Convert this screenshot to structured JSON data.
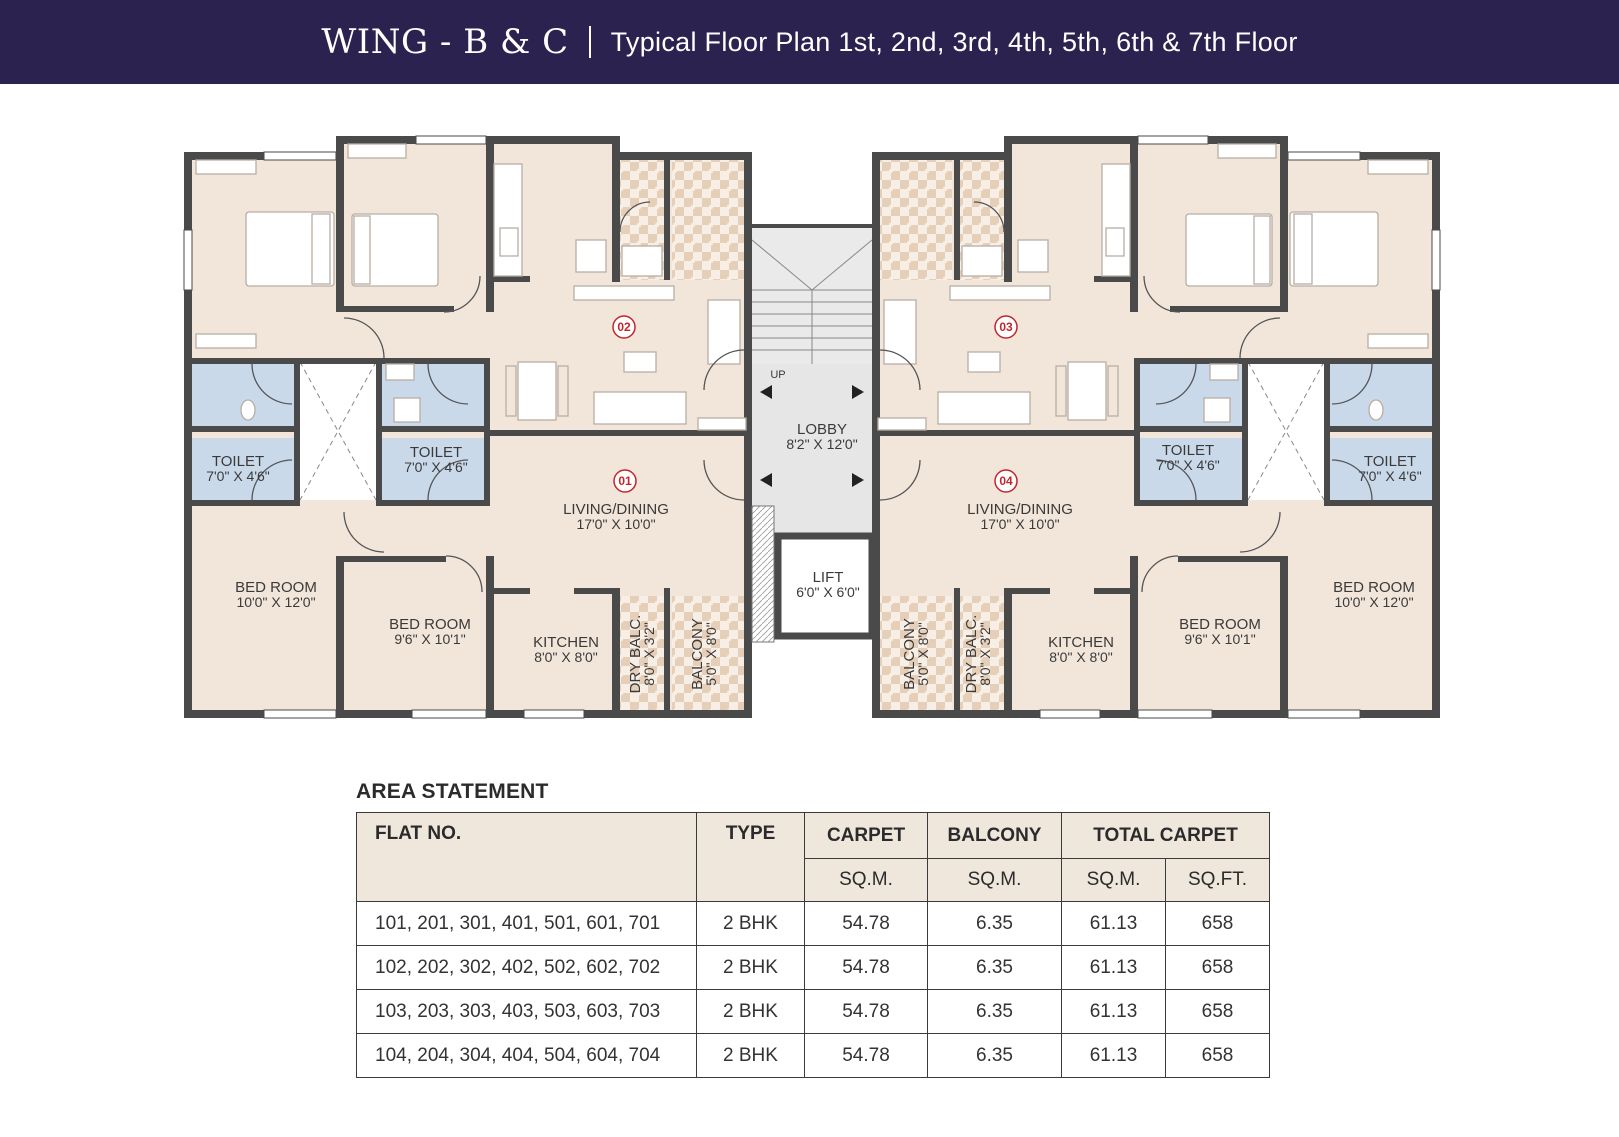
{
  "header": {
    "wing": "WING - B & C",
    "subtitle": "Typical Floor Plan 1st, 2nd, 3rd, 4th, 5th, 6th & 7th Floor"
  },
  "plan": {
    "flats": [
      "01",
      "02",
      "03",
      "04"
    ],
    "rooms": {
      "toilet_1": {
        "name": "TOILET",
        "dim": "7'0\" X 4'6\""
      },
      "toilet_2": {
        "name": "TOILET",
        "dim": "7'0\" X 4'6\""
      },
      "toilet_3": {
        "name": "TOILET",
        "dim": "7'0\" X 4'6\""
      },
      "toilet_4": {
        "name": "TOILET",
        "dim": "7'0\" X 4'6\""
      },
      "living_1": {
        "name": "LIVING/DINING",
        "dim": "17'0\" X 10'0\""
      },
      "living_2": {
        "name": "LIVING/DINING",
        "dim": "17'0\" X 10'0\""
      },
      "bedroom_big_1": {
        "name": "BED ROOM",
        "dim": "10'0\" X 12'0\""
      },
      "bedroom_big_2": {
        "name": "BED ROOM",
        "dim": "10'0\" X 12'0\""
      },
      "bedroom_small_1": {
        "name": "BED ROOM",
        "dim": "9'6\" X 10'1\""
      },
      "bedroom_small_2": {
        "name": "BED ROOM",
        "dim": "9'6\" X 10'1\""
      },
      "kitchen_1": {
        "name": "KITCHEN",
        "dim": "8'0\" X 8'0\""
      },
      "kitchen_2": {
        "name": "KITCHEN",
        "dim": "8'0\" X 8'0\""
      },
      "dry_balc_1": {
        "name": "DRY BALC.",
        "dim": "8'0\" X 3'2\""
      },
      "dry_balc_2": {
        "name": "DRY BALC.",
        "dim": "8'0\" X 3'2\""
      },
      "balcony_1": {
        "name": "BALCONY",
        "dim": "5'0\" X 8'0\""
      },
      "balcony_2": {
        "name": "BALCONY",
        "dim": "5'0\" X 8'0\""
      },
      "lobby": {
        "name": "LOBBY",
        "dim": "8'2\" X 12'0\""
      },
      "lift": {
        "name": "LIFT",
        "dim": "6'0\" X 6'0\""
      },
      "stair_up": "UP"
    }
  },
  "area_statement": {
    "title": "AREA STATEMENT",
    "headers": {
      "flat_no": "FLAT NO.",
      "type": "TYPE",
      "carpet": "CARPET",
      "balcony": "BALCONY",
      "total_carpet": "TOTAL CARPET"
    },
    "units": {
      "carpet": "SQ.M.",
      "balcony": "SQ.M.",
      "total_sqm": "SQ.M.",
      "total_sqft": "SQ.FT."
    },
    "rows": [
      [
        "101, 201, 301, 401, 501, 601, 701",
        "2 BHK",
        "54.78",
        "6.35",
        "61.13",
        "658"
      ],
      [
        "102, 202, 302, 402, 502, 602, 702",
        "2 BHK",
        "54.78",
        "6.35",
        "61.13",
        "658"
      ],
      [
        "103, 203, 303, 403, 503, 603, 703",
        "2 BHK",
        "54.78",
        "6.35",
        "61.13",
        "658"
      ],
      [
        "104, 204, 304, 404, 504, 604, 704",
        "2 BHK",
        "54.78",
        "6.35",
        "61.13",
        "658"
      ]
    ]
  },
  "colors": {
    "banner": "#2b2250",
    "floor": "#f2e6da",
    "toilet": "#c9d9ea",
    "wall": "#4a4a4a",
    "balcony_tile": "#ead7c3",
    "badge": "#c0272d",
    "table_header": "#efe6dc"
  }
}
